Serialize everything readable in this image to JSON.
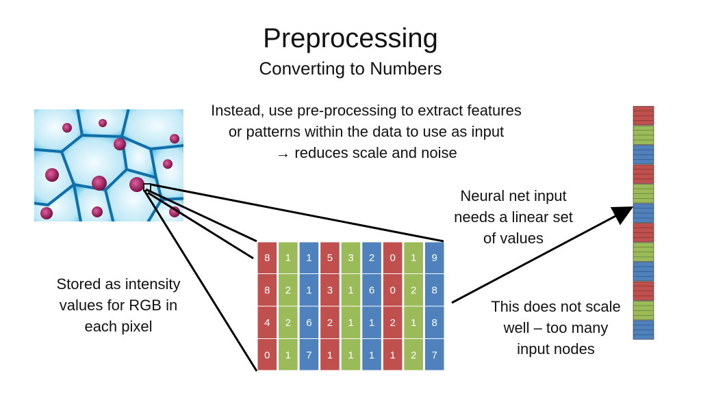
{
  "slide": {
    "title": "Preprocessing",
    "subtitle": "Converting to Numbers",
    "blurb_lines": [
      "Instead, use pre-processing to extract features",
      "or patterns within the data to use as input",
      "→ reduces scale and noise"
    ]
  },
  "notes": {
    "stored": [
      "Stored as intensity",
      "values for RGB in",
      "each pixel"
    ],
    "neural": [
      "Neural net input",
      "needs a linear set",
      "of values"
    ],
    "scale": [
      "This does not scale",
      "well – too many",
      "input nodes"
    ]
  },
  "pixel_grid": {
    "column_channels": [
      "R",
      "G",
      "B",
      "R",
      "G",
      "B",
      "R",
      "G",
      "B"
    ],
    "rows": [
      [
        "8",
        "1",
        "1",
        "5",
        "3",
        "2",
        "0",
        "1",
        "9"
      ],
      [
        "8",
        "2",
        "1",
        "3",
        "1",
        "6",
        "0",
        "2",
        "8"
      ],
      [
        "4",
        "2",
        "6",
        "2",
        "1",
        "1",
        "2",
        "1",
        "8"
      ],
      [
        "0",
        "1",
        "7",
        "1",
        "1",
        "1",
        "1",
        "2",
        "7"
      ]
    ]
  },
  "linear_strip": {
    "segments": [
      "R",
      "G",
      "B",
      "R",
      "G",
      "B",
      "R",
      "G",
      "B",
      "R",
      "G",
      "B"
    ]
  },
  "colors": {
    "R": "#c0504d",
    "G": "#9bbb59",
    "B": "#4f81bd",
    "cell_background": "#e4f6fb",
    "membrane": "#1f8fc4",
    "nucleus": "#b0206a"
  },
  "image": {
    "subject": "microscope-cells-image"
  }
}
